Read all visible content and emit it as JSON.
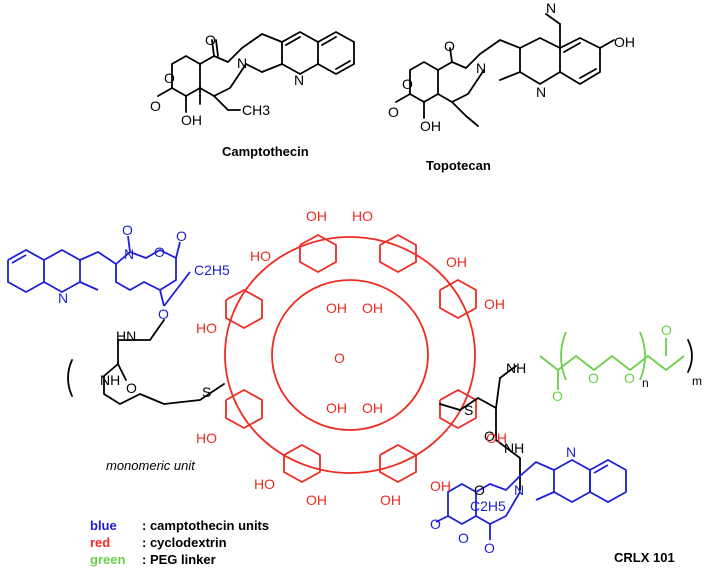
{
  "molecules": {
    "camptothecin": {
      "name": "Camptothecin"
    },
    "topotecan": {
      "name": "Topotecan"
    },
    "crlx": {
      "name": "CRLX 101",
      "monomer_label": "monomeric unit"
    }
  },
  "atoms": {
    "O": "O",
    "N": "N",
    "NH": "NH",
    "HN": "HN",
    "OH": "OH",
    "HO": "HO",
    "S": "S",
    "CH3": "CH3",
    "C2H5": "C2H5",
    "n": "n",
    "m": "m"
  },
  "legend": [
    {
      "key": "blue",
      "desc": ": camptothecin units",
      "color": "#1f1fd8"
    },
    {
      "key": "red",
      "desc": ": cyclodextrin",
      "color": "#ee2c22"
    },
    {
      "key": "green",
      "desc": ": PEG linker",
      "color": "#6ad04a"
    }
  ],
  "colors": {
    "blue": "#1f1fd8",
    "red": "#ee2c22",
    "green": "#6ad04a",
    "black": "#000000"
  }
}
